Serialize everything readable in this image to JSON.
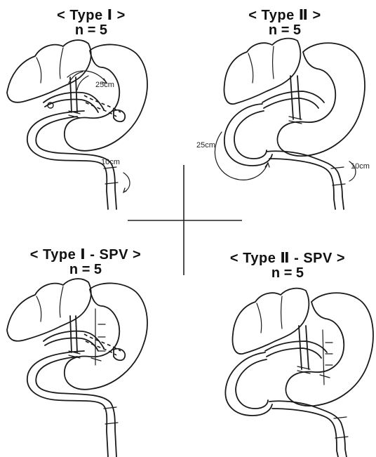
{
  "panels": [
    {
      "title": "< Type Ⅰ >",
      "n": "n = 5",
      "annotations": [
        "25cm",
        "10cm"
      ]
    },
    {
      "title": "< Type Ⅱ >",
      "n": "n = 5",
      "annotations": [
        "25cm",
        "10cm"
      ]
    },
    {
      "title": "< Type Ⅰ - SPV >",
      "n": "n = 5",
      "annotations": []
    },
    {
      "title": "< Type Ⅱ - SPV >",
      "n": "n = 5",
      "annotations": []
    }
  ]
}
